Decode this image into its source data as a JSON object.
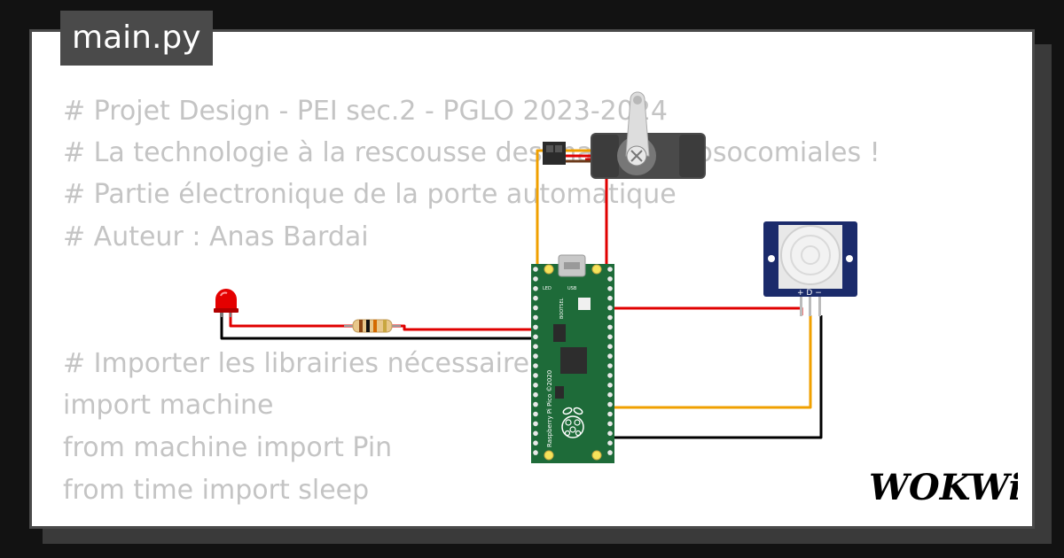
{
  "file_tab": {
    "label": "main.py"
  },
  "code_lines": [
    "# Projet Design - PEI sec.2 - PGLO 2023-2024",
    "# La technologie à la rescousse des maladies nosocomiales !",
    "# Partie électronique de la porte automatique",
    "# Auteur : Anas Bardai",
    "",
    "",
    "# Importer les librairies nécessaires",
    "import machine",
    "from machine import Pin",
    "from time import sleep"
  ],
  "diagram": {
    "board_text": "Raspberry Pi Pico ©2020",
    "board_led_label": "LED",
    "board_usb_label": "USB",
    "board_bootsel_label": "BOOTSEL",
    "pir_pins_label": "+ D −"
  },
  "brand": {
    "logo_text": "WOKWi"
  },
  "colors": {
    "background": "#121212",
    "card": "#ffffff",
    "tab": "#4a4a4a",
    "code_text": "#c4c4c4",
    "board_green": "#1e6b39",
    "wire_red": "#e00000",
    "wire_orange": "#f0a000",
    "wire_black": "#000000",
    "pir_blue": "#1b2b6b"
  }
}
